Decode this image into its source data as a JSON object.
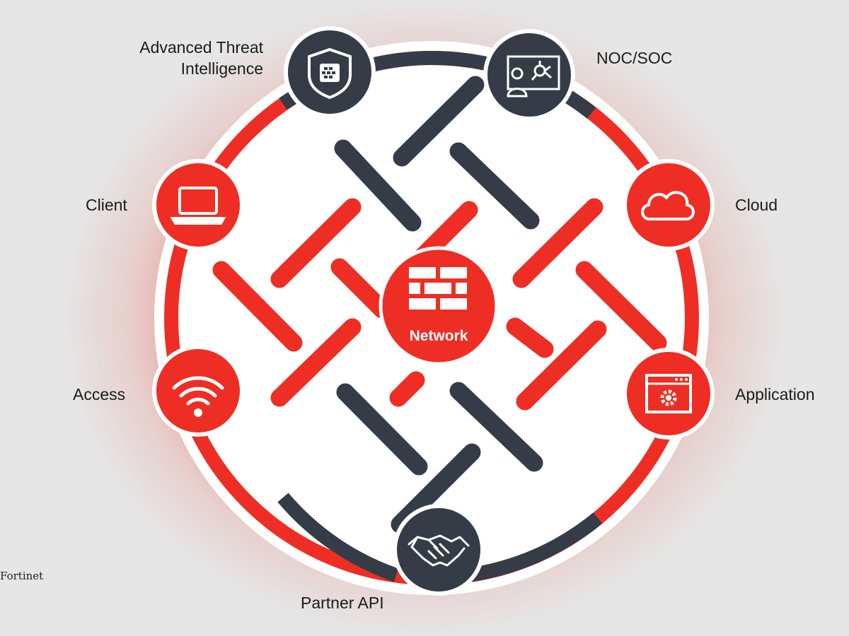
{
  "labels": {
    "advanced_threat_line1": "Advanced Threat",
    "advanced_threat_line2": "Intelligence",
    "noc_soc": "NOC/SOC",
    "client": "Client",
    "cloud": "Cloud",
    "access": "Access",
    "application": "Application",
    "partner_api": "Partner API",
    "network": "Network"
  },
  "credit": "Fortinet",
  "colors": {
    "red": "#ee2e24",
    "dark": "#353c47",
    "white": "#ffffff",
    "background": "#e6e6e6"
  },
  "icons": {
    "advanced_threat": "shield-fortinet-icon",
    "noc_soc": "monitor-operator-icon",
    "client": "laptop-icon",
    "cloud": "cloud-icon",
    "access": "wifi-icon",
    "application": "app-window-gear-icon",
    "partner_api": "handshake-icon",
    "network": "firewall-brick-icon"
  }
}
